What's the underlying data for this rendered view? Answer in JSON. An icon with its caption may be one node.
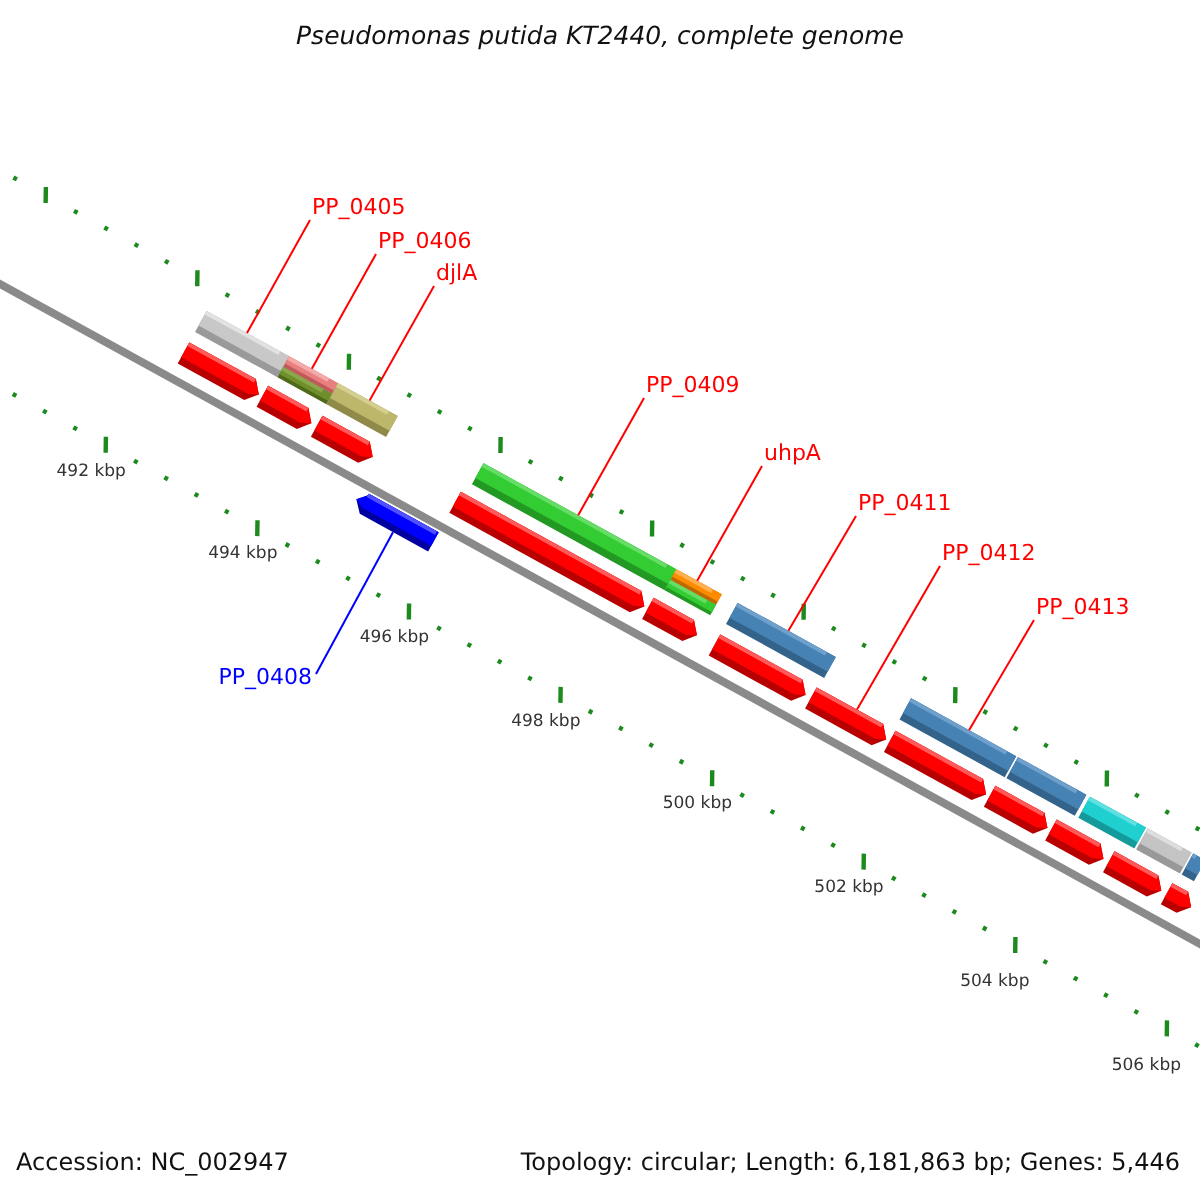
{
  "diagram": {
    "title": "Pseudomonas putida KT2440, complete genome",
    "nodes": [
      {
        "text": [
          "PP_0405"
        ]
      },
      {
        "text": [
          "PP_0406"
        ]
      },
      {
        "text": [
          "djlA"
        ]
      },
      {
        "text": [
          "PP_0409"
        ]
      },
      {
        "text": [
          "uhpA"
        ]
      },
      {
        "text": [
          "PP_0411"
        ]
      },
      {
        "text": [
          "PP_0412"
        ]
      },
      {
        "text": [
          "PP_0413"
        ]
      },
      {
        "text": [
          "PP_0408"
        ]
      },
      {
        "text": [],
        "shape": "bar"
      },
      {
        "text": [],
        "shape": "bar"
      },
      {
        "text": [],
        "shape": "bar"
      },
      {
        "text": [],
        "shape": "bar"
      },
      {
        "text": [],
        "shape": "bar"
      },
      {
        "text": [],
        "shape": "bar"
      },
      {
        "text": [],
        "shape": "bar"
      },
      {
        "text": [],
        "shape": "bar"
      },
      {
        "text": [],
        "shape": "bar"
      },
      {
        "text": [],
        "shape": "bar"
      },
      {
        "text": [],
        "shape": "bar"
      },
      {
        "text": [],
        "shape": "arrow"
      },
      {
        "text": [],
        "shape": "arrow"
      },
      {
        "text": [],
        "shape": "arrow"
      },
      {
        "text": [],
        "shape": "arrow"
      },
      {
        "text": [],
        "shape": "arrow"
      },
      {
        "text": [],
        "shape": "arrow"
      },
      {
        "text": [],
        "shape": "arrow"
      },
      {
        "text": [],
        "shape": "arrow"
      },
      {
        "text": [],
        "shape": "arrow"
      },
      {
        "text": [],
        "shape": "arrow"
      },
      {
        "text": [],
        "shape": "arrow"
      },
      {
        "text": [],
        "shape": "arrow"
      },
      {
        "text": [],
        "shape": "arrow"
      }
    ],
    "edges": [
      {
        "from": 0,
        "to": 9,
        "arrow": "none"
      },
      {
        "from": 1,
        "to": 10,
        "arrow": "none"
      },
      {
        "from": 2,
        "to": 11,
        "arrow": "none"
      },
      {
        "from": 3,
        "to": 12,
        "arrow": "none"
      },
      {
        "from": 4,
        "to": 13,
        "arrow": "none"
      },
      {
        "from": 5,
        "to": 14,
        "arrow": "none"
      },
      {
        "from": 6,
        "to": 26,
        "arrow": "none"
      },
      {
        "from": 7,
        "to": 15,
        "arrow": "none"
      },
      {
        "from": 8,
        "to": 32,
        "arrow": "none",
        "color": "#0000ff"
      }
    ],
    "labels": [
      "492 kbp",
      "494 kbp",
      "496 kbp",
      "498 kbp",
      "500 kbp",
      "502 kbp",
      "504 kbp",
      "506 kbp",
      "Accession: NC_002947",
      "Topology: circular; Length: 6,181,863 bp; Genes: 5,446"
    ]
  }
}
